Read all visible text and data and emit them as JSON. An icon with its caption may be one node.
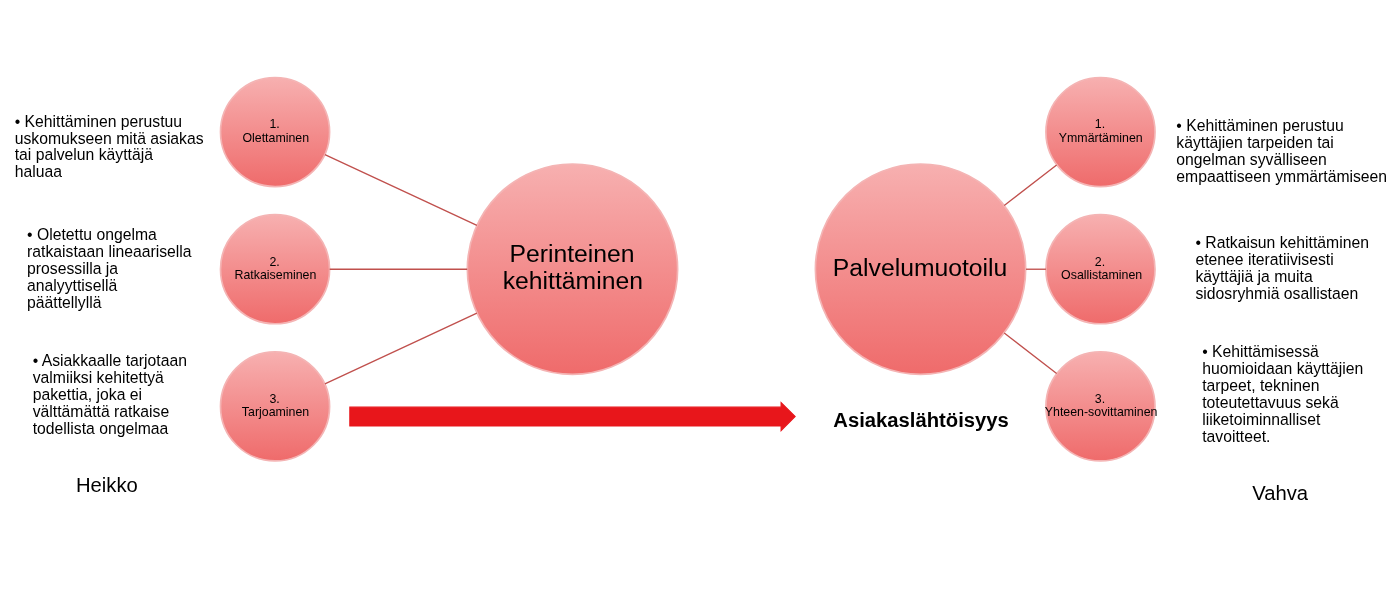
{
  "diagram": {
    "nodes": [
      {
        "text": [
          "Perinteinen kehittäminen"
        ]
      },
      {
        "text": [
          "1.",
          "Olettaminen"
        ],
        "beside": [
          "• Kehittäminen perustuu uskomukseen mitä asiakas tai palvelun käyttäjä haluaa"
        ]
      },
      {
        "text": [
          "2.",
          "Ratkaiseminen"
        ],
        "beside": [
          "• Oletettu ongelma ratkaistaan lineaarisella prosessilla ja analyyttisellä päättellyllä"
        ]
      },
      {
        "text": [
          "3.",
          "Tarjoaminen"
        ],
        "beside": [
          "• Asiakkaalle tarjotaan valmiiksi kehitettyä pakettia, joka ei välttämättä ratkaise todellista ongelmaa"
        ]
      },
      {
        "text": [
          "Palvelumuotoilu"
        ]
      },
      {
        "text": [
          "1.",
          "Ymmärtäminen"
        ],
        "beside": [
          "• Kehittäminen perustuu käyttäjien tarpeiden tai ongelman syvälliseen empaattiseen ymmärtämiseen"
        ]
      },
      {
        "text": [
          "2.",
          "Osallistaminen"
        ],
        "beside": [
          "• Ratkaisun kehittäminen etenee iteratiivisesti käyttäjiä ja muita sidosryhmiä osallistaen"
        ]
      },
      {
        "text": [
          "3.",
          "Yhteen-sovittaminen"
        ],
        "beside": [
          "• Kehittämisessä huomioidaan käyttäjien tarpeet, tekninen toteutettavuus sekä liiketoiminnalliset tavoitteet."
        ]
      },
      {
        "text": [],
        "shape": "arrow"
      }
    ],
    "edges": [
      {
        "from": 1,
        "to": 0,
        "arrow": "none"
      },
      {
        "from": 2,
        "to": 0,
        "arrow": "none"
      },
      {
        "from": 3,
        "to": 0,
        "arrow": "none"
      },
      {
        "from": 4,
        "to": 5,
        "arrow": "none"
      },
      {
        "from": 4,
        "to": 6,
        "arrow": "none"
      },
      {
        "from": 4,
        "to": 7,
        "arrow": "none"
      }
    ],
    "labels": [
      "Heikko",
      "Asiakaslähtöisyys",
      "Vahva"
    ]
  }
}
